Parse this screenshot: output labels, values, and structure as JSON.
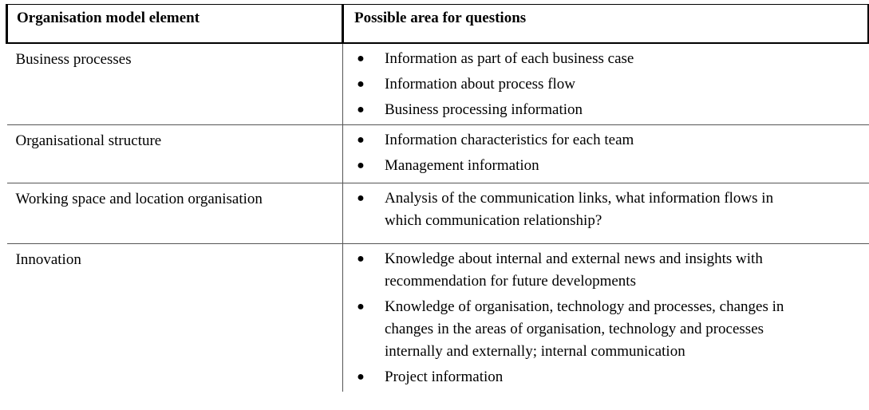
{
  "table": {
    "headers": [
      "Organisation model element",
      "Possible area for questions"
    ],
    "rows": [
      {
        "element": "Business processes",
        "areas": [
          "Information as part of each business case",
          "Information about process flow",
          "Business processing information"
        ]
      },
      {
        "element": "Organisational structure",
        "areas": [
          "Information characteristics for each team",
          "Management information"
        ]
      },
      {
        "element": "Working space and location organisation",
        "areas": [
          "Analysis of the communication links, what information flows in which communication relationship?"
        ]
      },
      {
        "element": "Innovation",
        "areas": [
          "Knowledge about internal and external news and insights with recommendation for future developments",
          "Knowledge of organisation, technology and processes, changes in changes in the areas of organisation, technology and processes internally and externally; internal communication",
          "Project information"
        ]
      }
    ]
  }
}
